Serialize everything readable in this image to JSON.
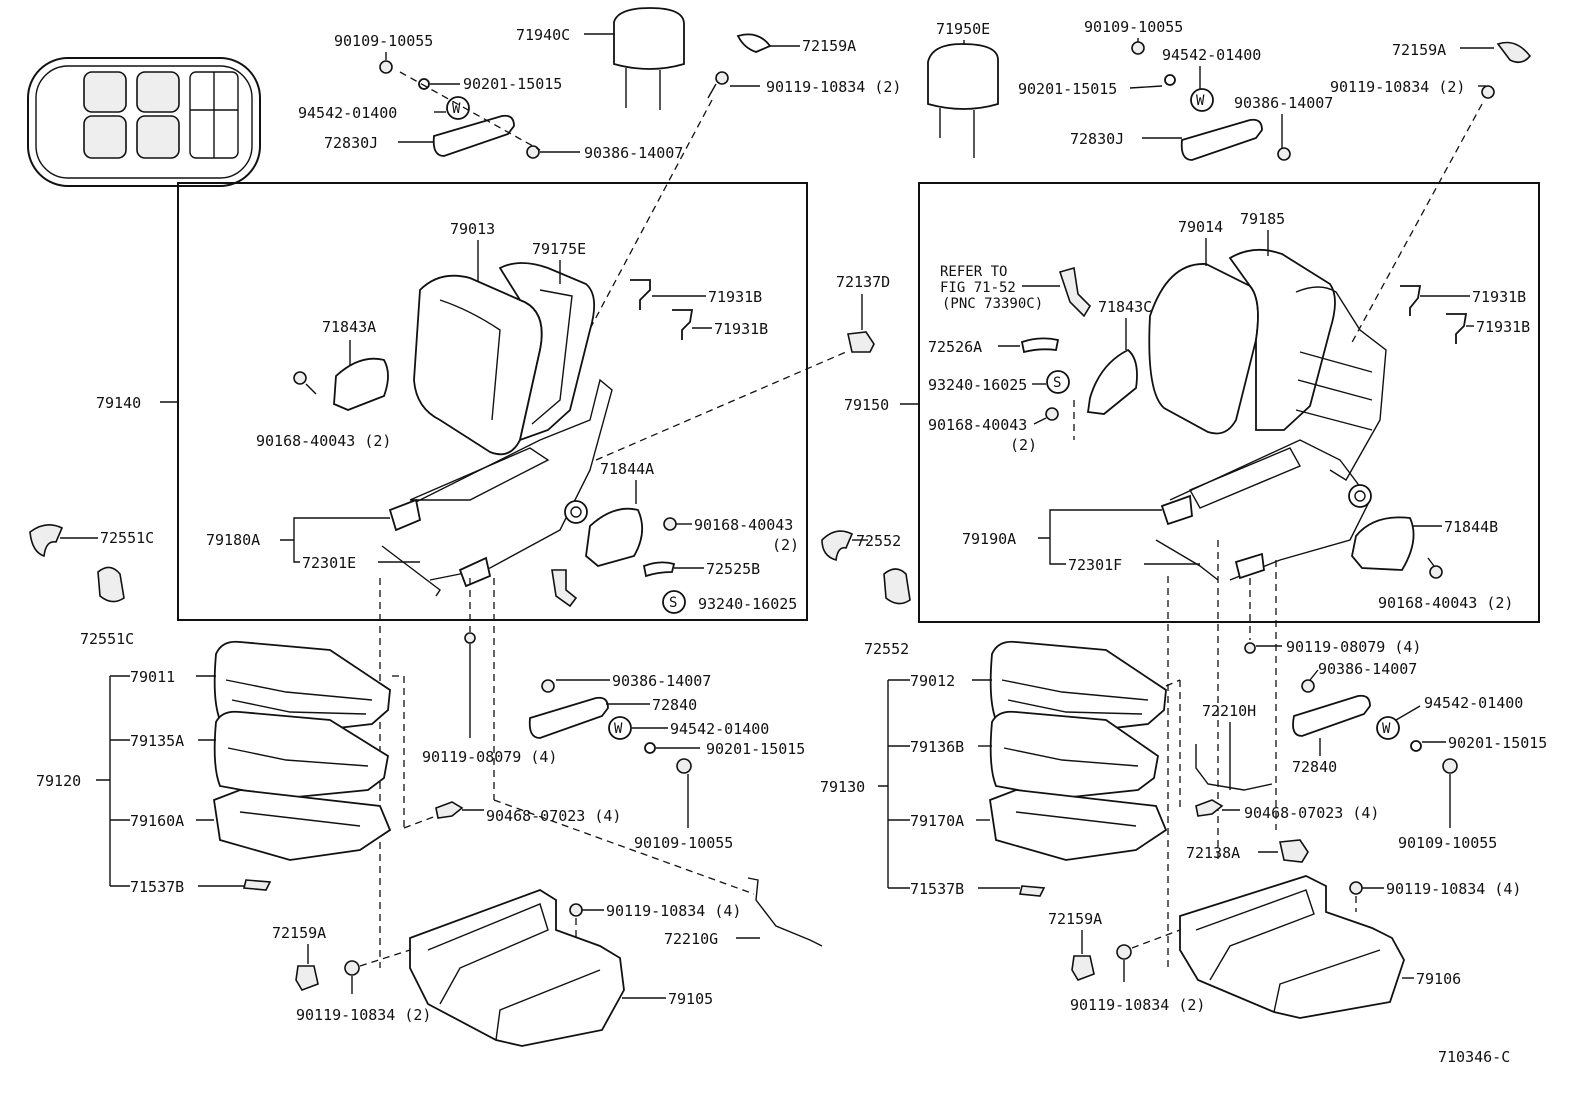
{
  "diagram_id": "710346-C",
  "left_seat": {
    "headrest": "71940C",
    "hinge_cover_top": "72159A",
    "screw_top_1": "90109-10055",
    "washer_top": "90201-15015",
    "w_part": "94542-01400",
    "armrest": "72830J",
    "cap_top": "90386-14007",
    "bolt_top": "90119-10834 (2)",
    "back_cover": "79013",
    "back_pad": "79175E",
    "guide_1": "71931B",
    "guide_2": "71931B",
    "shield": "71843A",
    "clip_1": "90168-40043 (2)",
    "back_assy": "79140",
    "adjuster": "79180A",
    "cover_side_1": "72551C",
    "cover_side_2": "72551C",
    "lever": "72301E",
    "shield_2": "71844A",
    "clip_2": "90168-40043",
    "clip_2_qty": "(2)",
    "knob": "72525B",
    "s_part": "93240-16025",
    "bolt_mid": "90119-08079 (4)",
    "cushion_assy": "79120",
    "cushion_cover": "79011",
    "cushion_pad": "79135A",
    "cushion_frame": "79160A",
    "hook": "71537B",
    "cap_mid": "90386-14007",
    "armrest_2": "72840",
    "w_part_2": "94542-01400",
    "washer_mid": "90201-15015",
    "screw_mid": "90109-10055",
    "nut_mid": "90468-07023 (4)",
    "bolt_lower": "90119-10834 (4)",
    "cable": "72210G",
    "cover_low": "72159A",
    "bolt_low": "90119-10834 (2)",
    "leg": "79105"
  },
  "center": {
    "part_top": "72137D",
    "cover_left": "72552",
    "cover_right": "72552"
  },
  "right_seat": {
    "headrest": "71950E",
    "screw_top": "90109-10055",
    "w_top": "94542-01400",
    "washer_top": "90201-15015",
    "cap_top": "90386-14007",
    "armrest": "72830J",
    "cover_top": "72159A",
    "bolt_top": "90119-10834 (2)",
    "back_cover": "79014",
    "back_pad": "79185",
    "refer_1": "REFER TO",
    "refer_2": "FIG 71-52",
    "refer_3": "(PNC 73390C)",
    "shield": "71843C",
    "guide_1": "71931B",
    "guide_2": "71931B",
    "knob": "72526A",
    "s_part": "93240-16025",
    "back_assy": "79150",
    "clip_1": "90168-40043",
    "clip_1_qty": "(2)",
    "adjuster": "79190A",
    "lever": "72301F",
    "shield_2": "71844B",
    "clip_2": "90168-40043 (2)",
    "bolt_mid": "90119-08079 (4)",
    "cap_mid": "90386-14007",
    "w_mid": "94542-01400",
    "washer_mid": "90201-15015",
    "armrest_2": "72840",
    "screw_mid": "90109-10055",
    "cable": "72210H",
    "cushion_assy": "79130",
    "cushion_cover": "79012",
    "cushion_pad": "79136B",
    "cushion_frame": "79170A",
    "nut_mid": "90468-07023 (4)",
    "part_low": "72138A",
    "hook": "71537B",
    "bolt_low_r": "90119-10834 (4)",
    "cover_low": "72159A",
    "bolt_low": "90119-10834 (2)",
    "leg": "79106"
  },
  "symbols": {
    "w": "W",
    "s": "S"
  }
}
